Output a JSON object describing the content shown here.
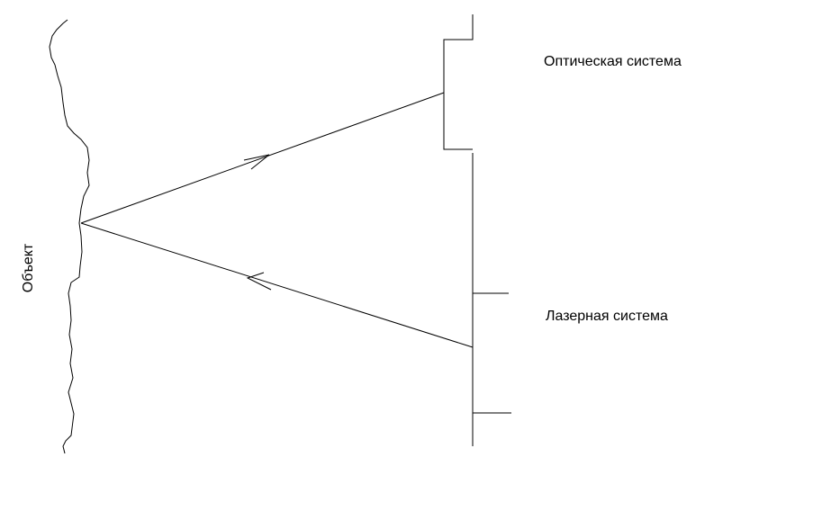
{
  "labels": {
    "object": "Объект",
    "optical_system": "Оптическая система",
    "laser_system": "Лазерная система"
  },
  "colors": {
    "ink": "#000000",
    "background": "#ffffff"
  }
}
